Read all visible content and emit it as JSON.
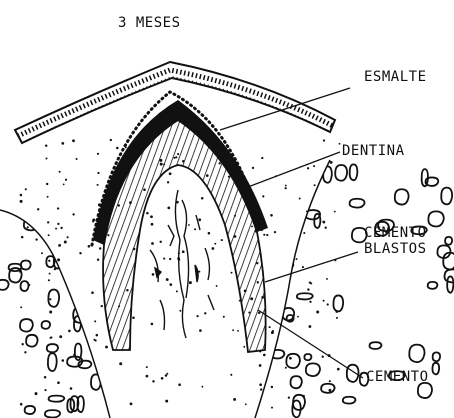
{
  "title": "3 MESES",
  "labels": {
    "esmalte": "ESMALTE",
    "dentina": "DENTINA",
    "cementoblastos_line1": "CEMENTO",
    "cementoblastos_line2": "BLASTOS",
    "cemento": "CEMENTO"
  },
  "colors": {
    "ink": "#111111",
    "paper": "#ffffff"
  }
}
